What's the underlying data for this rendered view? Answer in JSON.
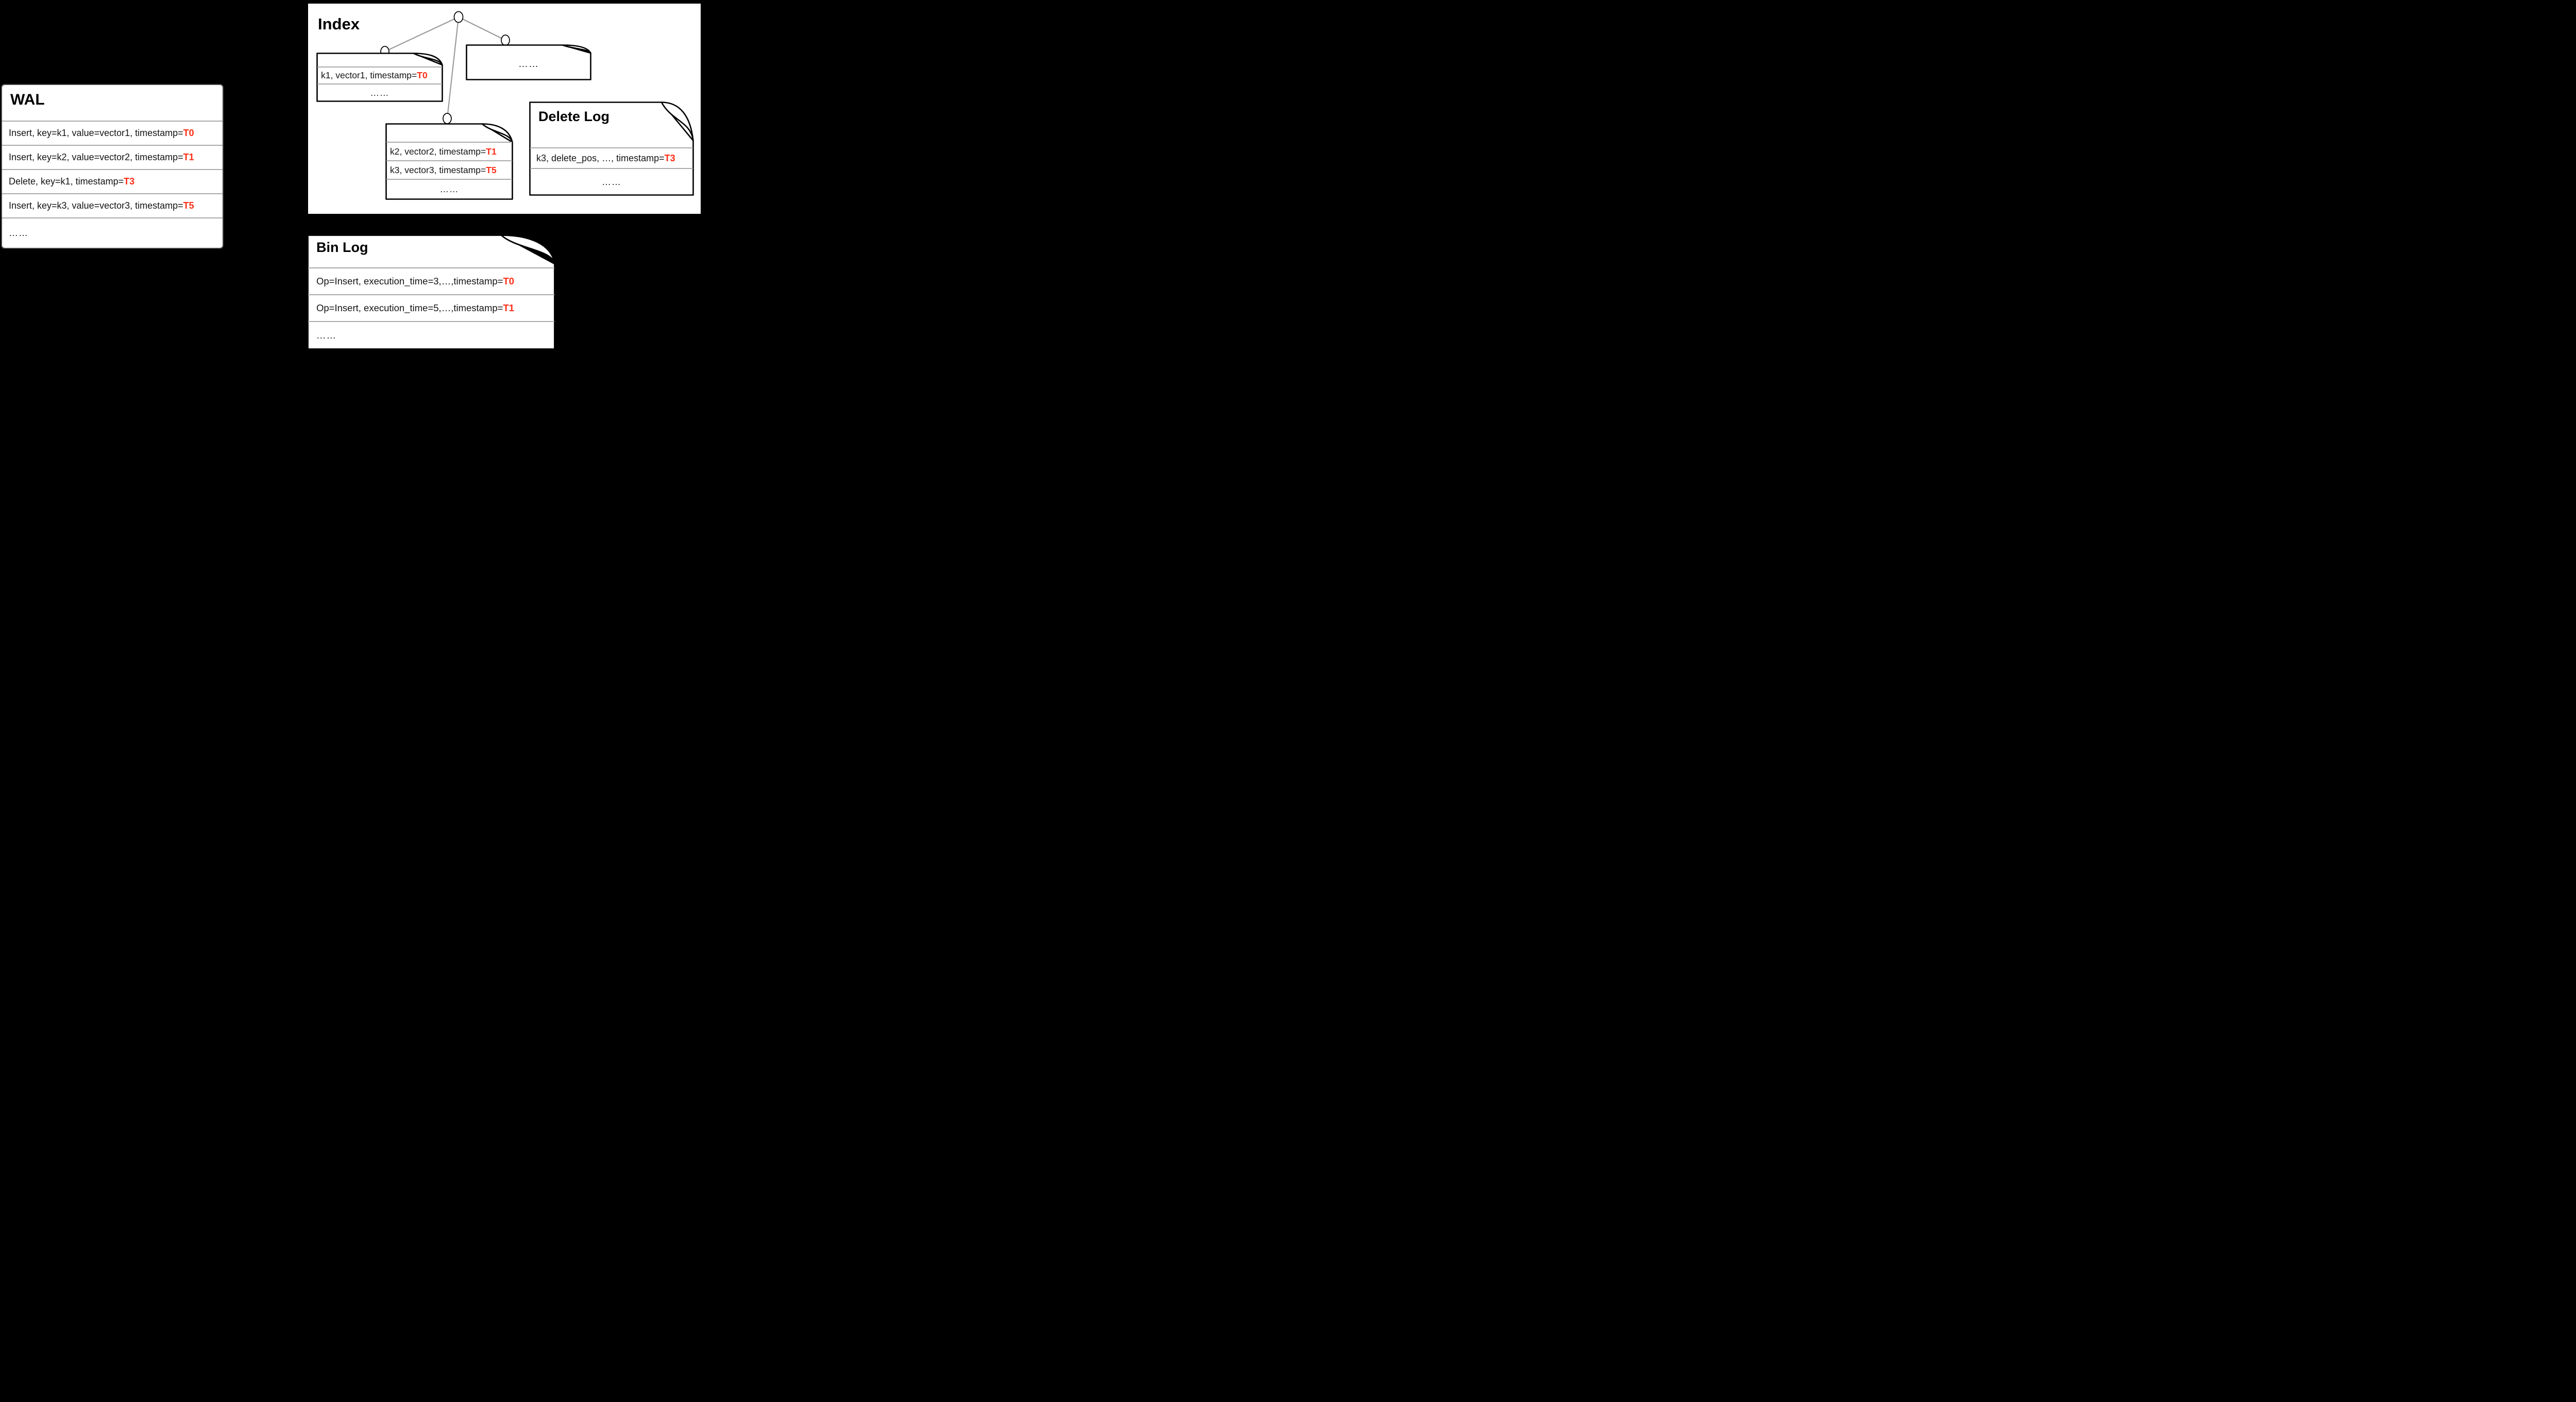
{
  "colors": {
    "background": "#000000",
    "panel": "#ffffff",
    "timestamp_red": "#ff2d16",
    "separator_gray": "#ababab",
    "tree_edge_gray": "#9b9b9b",
    "outline_black": "#000000"
  },
  "wal": {
    "title": "WAL",
    "rows": [
      {
        "text": "Insert, key=k1, value=vector1, timestamp=",
        "ts": "T0"
      },
      {
        "text": "Insert, key=k2, value=vector2, timestamp=",
        "ts": "T1"
      },
      {
        "text": "Delete, key=k1, timestamp=",
        "ts": "T3"
      },
      {
        "text": "Insert, key=k3, value=vector3, timestamp=",
        "ts": "T5"
      },
      {
        "text": "……",
        "ts": ""
      }
    ]
  },
  "index": {
    "title": "Index",
    "segment_file_1": {
      "rows": [
        {
          "text": "k1, vector1, timestamp=",
          "ts": "T0"
        },
        {
          "text": "……",
          "ts": ""
        }
      ]
    },
    "segment_file_2": {
      "rows": [
        {
          "text": "k2, vector2, timestamp=",
          "ts": "T1"
        },
        {
          "text": "k3, vector3, timestamp=",
          "ts": "T5"
        },
        {
          "text": "……",
          "ts": ""
        }
      ]
    },
    "segment_file_3": {
      "rows": [
        {
          "text": "……",
          "ts": ""
        }
      ]
    }
  },
  "delete_log": {
    "title": "Delete Log",
    "rows": [
      {
        "text": "k3, delete_pos, …, timestamp=",
        "ts": "T3"
      },
      {
        "text": "……",
        "ts": ""
      }
    ]
  },
  "bin_log": {
    "title": "Bin Log",
    "rows": [
      {
        "text": "Op=Insert, execution_time=3,…,timestamp=",
        "ts": "T0"
      },
      {
        "text": "Op=Insert, execution_time=5,…,timestamp=",
        "ts": "T1"
      },
      {
        "text": "……",
        "ts": ""
      }
    ]
  }
}
